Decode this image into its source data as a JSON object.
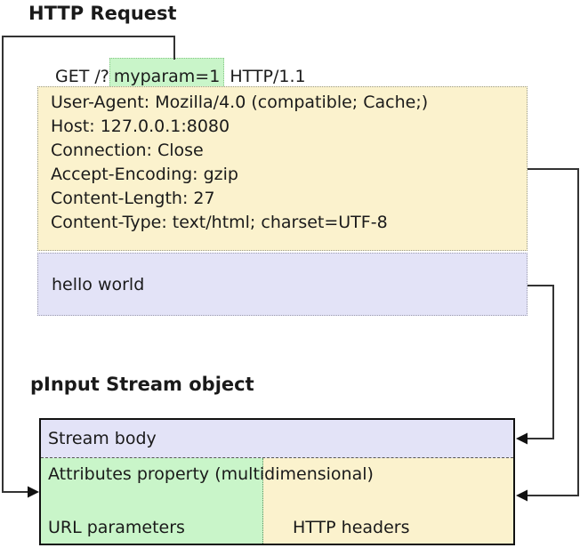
{
  "colors": {
    "header_yellow": "#FBF2CD",
    "body_lavender": "#E3E3F7",
    "param_green": "#C9F5C9",
    "connector_line": "#333333"
  },
  "http_request": {
    "title": "HTTP Request",
    "request_line": {
      "prefix": "GET /?",
      "highlight": "myparam=1",
      "suffix": " HTTP/1.1"
    },
    "headers": [
      "User-Agent: Mozilla/4.0 (compatible; Cache;)",
      "Host: 127.0.0.1:8080",
      "Connection: Close",
      "Accept-Encoding: gzip",
      "Content-Length: 27",
      "Content-Type: text/html; charset=UTF-8"
    ],
    "body": "hello world"
  },
  "stream_object": {
    "title": "pInput Stream object",
    "stream_body_label": "Stream body",
    "attributes_label": "Attributes property (multidimensional)",
    "url_parameters_label": "URL parameters",
    "http_headers_label": "HTTP headers"
  }
}
